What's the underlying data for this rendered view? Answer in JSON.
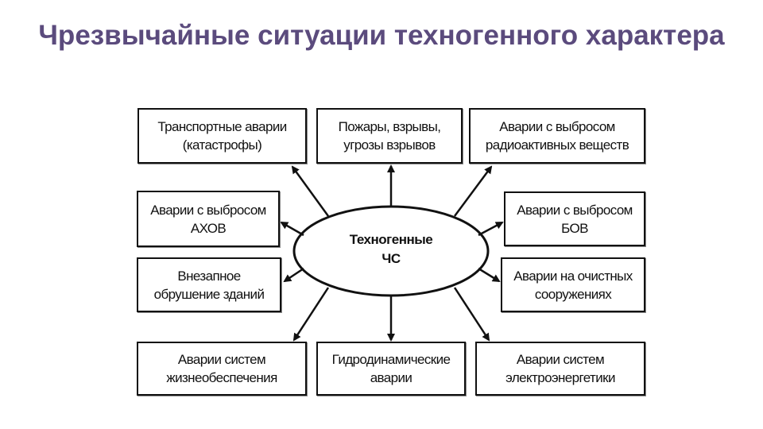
{
  "title": "Чрезвычайные ситуации техногенного характера",
  "diagram": {
    "center": {
      "line1": "Техногенные",
      "line2": "ЧС"
    },
    "boxes": [
      {
        "line1": "Транспортные аварии",
        "line2": "(катастрофы)"
      },
      {
        "line1": "Пожары, взрывы,",
        "line2": "угрозы взрывов"
      },
      {
        "line1": "Аварии с выбросом",
        "line2": "радиоактивных веществ"
      },
      {
        "line1": "Аварии с выбросом",
        "line2": "АХОВ"
      },
      {
        "line1": "Аварии с выбросом",
        "line2": "БОВ"
      },
      {
        "line1": "Внезапное",
        "line2": "обрушение зданий"
      },
      {
        "line1": "Аварии на очистных",
        "line2": "сооружениях"
      },
      {
        "line1": "Аварии систем",
        "line2": "жизнеобеспечения"
      },
      {
        "line1": "Гидродинамические",
        "line2": "аварии"
      },
      {
        "line1": "Аварии систем",
        "line2": "электроэнергетики"
      }
    ]
  },
  "colors": {
    "title": "#5b4b7d",
    "lines": "#111111"
  }
}
